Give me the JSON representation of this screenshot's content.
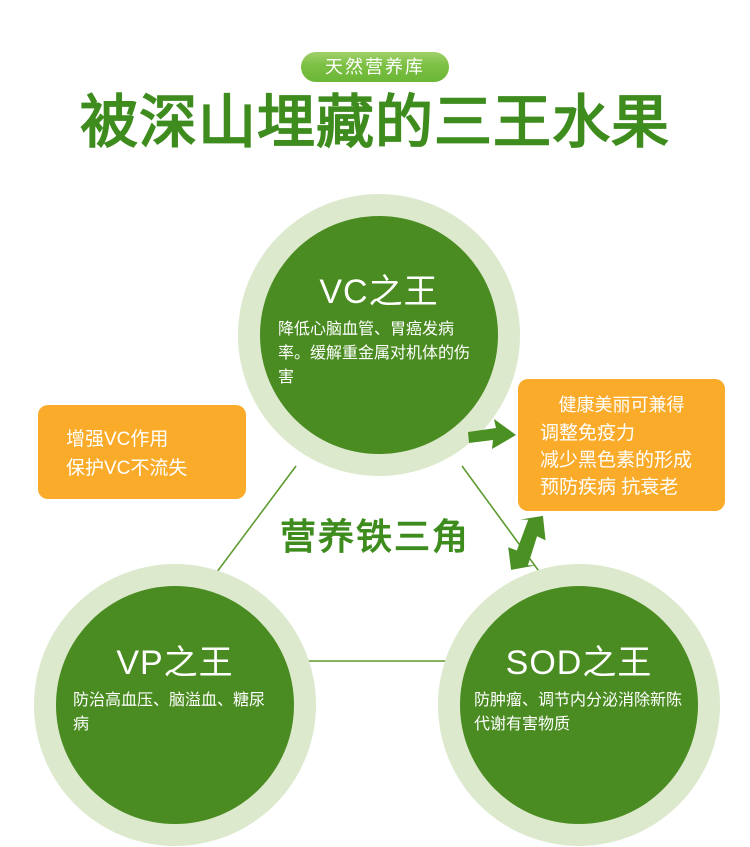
{
  "header": {
    "badge_label": "天然营养库",
    "title": "被深山埋藏的三王水果"
  },
  "center_caption": "营养铁三角",
  "nodes": [
    {
      "id": "vc",
      "title": "VC之王",
      "desc": "降低心脑血管、胃癌发病率。缓解重金属对机体的伤害"
    },
    {
      "id": "vp",
      "title": "VP之王",
      "desc": "防治高血压、脑溢血、糖尿病"
    },
    {
      "id": "sod",
      "title": "SOD之王",
      "desc": "防肿瘤、调节内分泌消除新陈代谢有害物质"
    }
  ],
  "callout_left": {
    "line1": "增强VC作用",
    "line2": "保护VC不流失"
  },
  "callout_right": {
    "heading": "健康美丽可兼得",
    "line1": "调整免疫力",
    "line2": "减少黑色素的形成",
    "line3": "预防疾病 抗衰老"
  },
  "icons": {
    "arrow_right": "arrow-right-icon",
    "arrow_up": "arrow-up-icon"
  },
  "colors": {
    "title_green": "#3e8c1e",
    "circle_green": "#4a8c21",
    "circle_ring": "#dce9cd",
    "badge_green": "#7cc043",
    "callout_orange": "#fbab2a",
    "line_green": "#5e9b2f",
    "text_white": "#ffffff",
    "background": "#ffffff"
  }
}
